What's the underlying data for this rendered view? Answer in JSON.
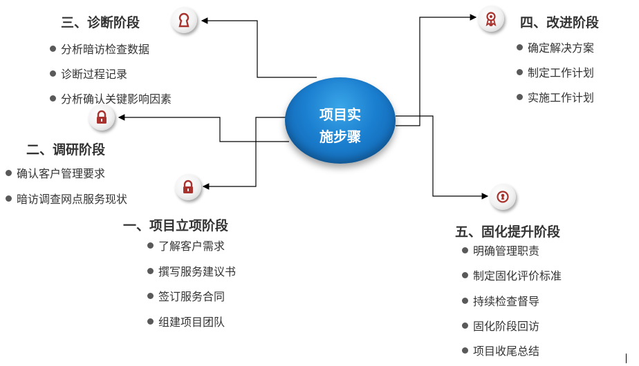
{
  "center": {
    "line1": "项目实",
    "line2": "施步骤"
  },
  "stages": {
    "s3": {
      "title": "三、诊断阶段",
      "items": [
        "分析暗访检查数据",
        "诊断过程记录",
        "分析确认关键影响因素"
      ]
    },
    "s2": {
      "title": "二、调研阶段",
      "items": [
        "确认客户管理要求",
        "暗访调查网点服务现状"
      ]
    },
    "s1": {
      "title": "一、项目立项阶段",
      "items": [
        "了解客户需求",
        "撰写服务建议书",
        "签订服务合同",
        "组建项目团队"
      ]
    },
    "s4": {
      "title": "四、改进阶段",
      "items": [
        "确定解决方案",
        "制定工作计划",
        "实施工作计划"
      ]
    },
    "s5": {
      "title": "五、固化提升阶段",
      "items": [
        "明确管理职责",
        "制定固化评价标准",
        "持续检查督导",
        "固化阶段回访",
        "项目收尾总结"
      ]
    }
  },
  "colors": {
    "center": "#1b7fd0",
    "icon": "#a8322d",
    "text": "#333333",
    "connector": "#000000"
  },
  "icons": {
    "s3": "keyhole-icon",
    "s2": "lock-icon",
    "s1": "lock-icon",
    "s4": "ribbon-badge-icon",
    "s5": "keyhole-icon"
  }
}
